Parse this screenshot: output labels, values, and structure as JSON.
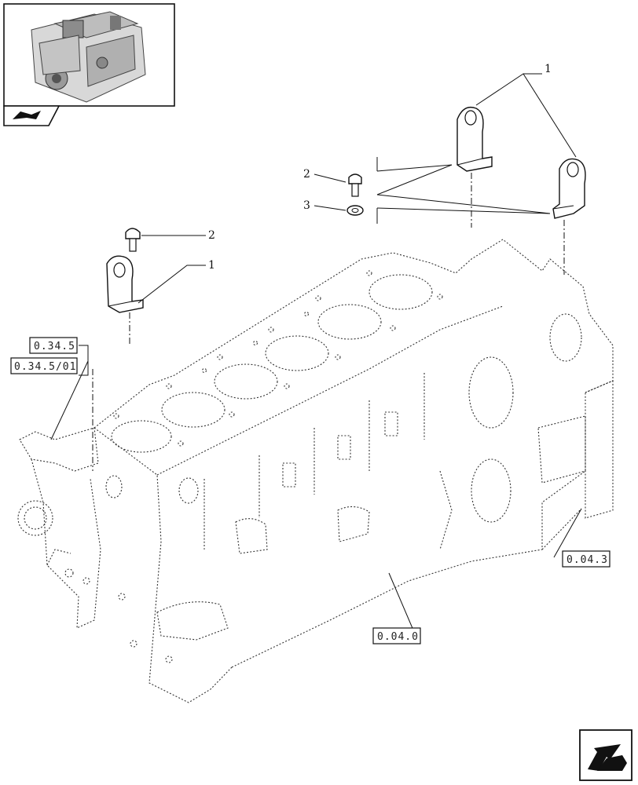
{
  "thumbnail": {
    "icon": "engine-thumbnail-icon",
    "nav_icon": "book-pointer-icon"
  },
  "refs": {
    "r1": "0.34.5",
    "r2": "0.34.5/01",
    "r3": "0.04.3",
    "r4": "0.04.0"
  },
  "callouts": {
    "bracket_top": "1",
    "bolt_top": "2",
    "washer_top": "3",
    "bolt_left": "2",
    "bracket_left": "1"
  },
  "nav": {
    "next_icon": "next-page-arrow-icon"
  }
}
